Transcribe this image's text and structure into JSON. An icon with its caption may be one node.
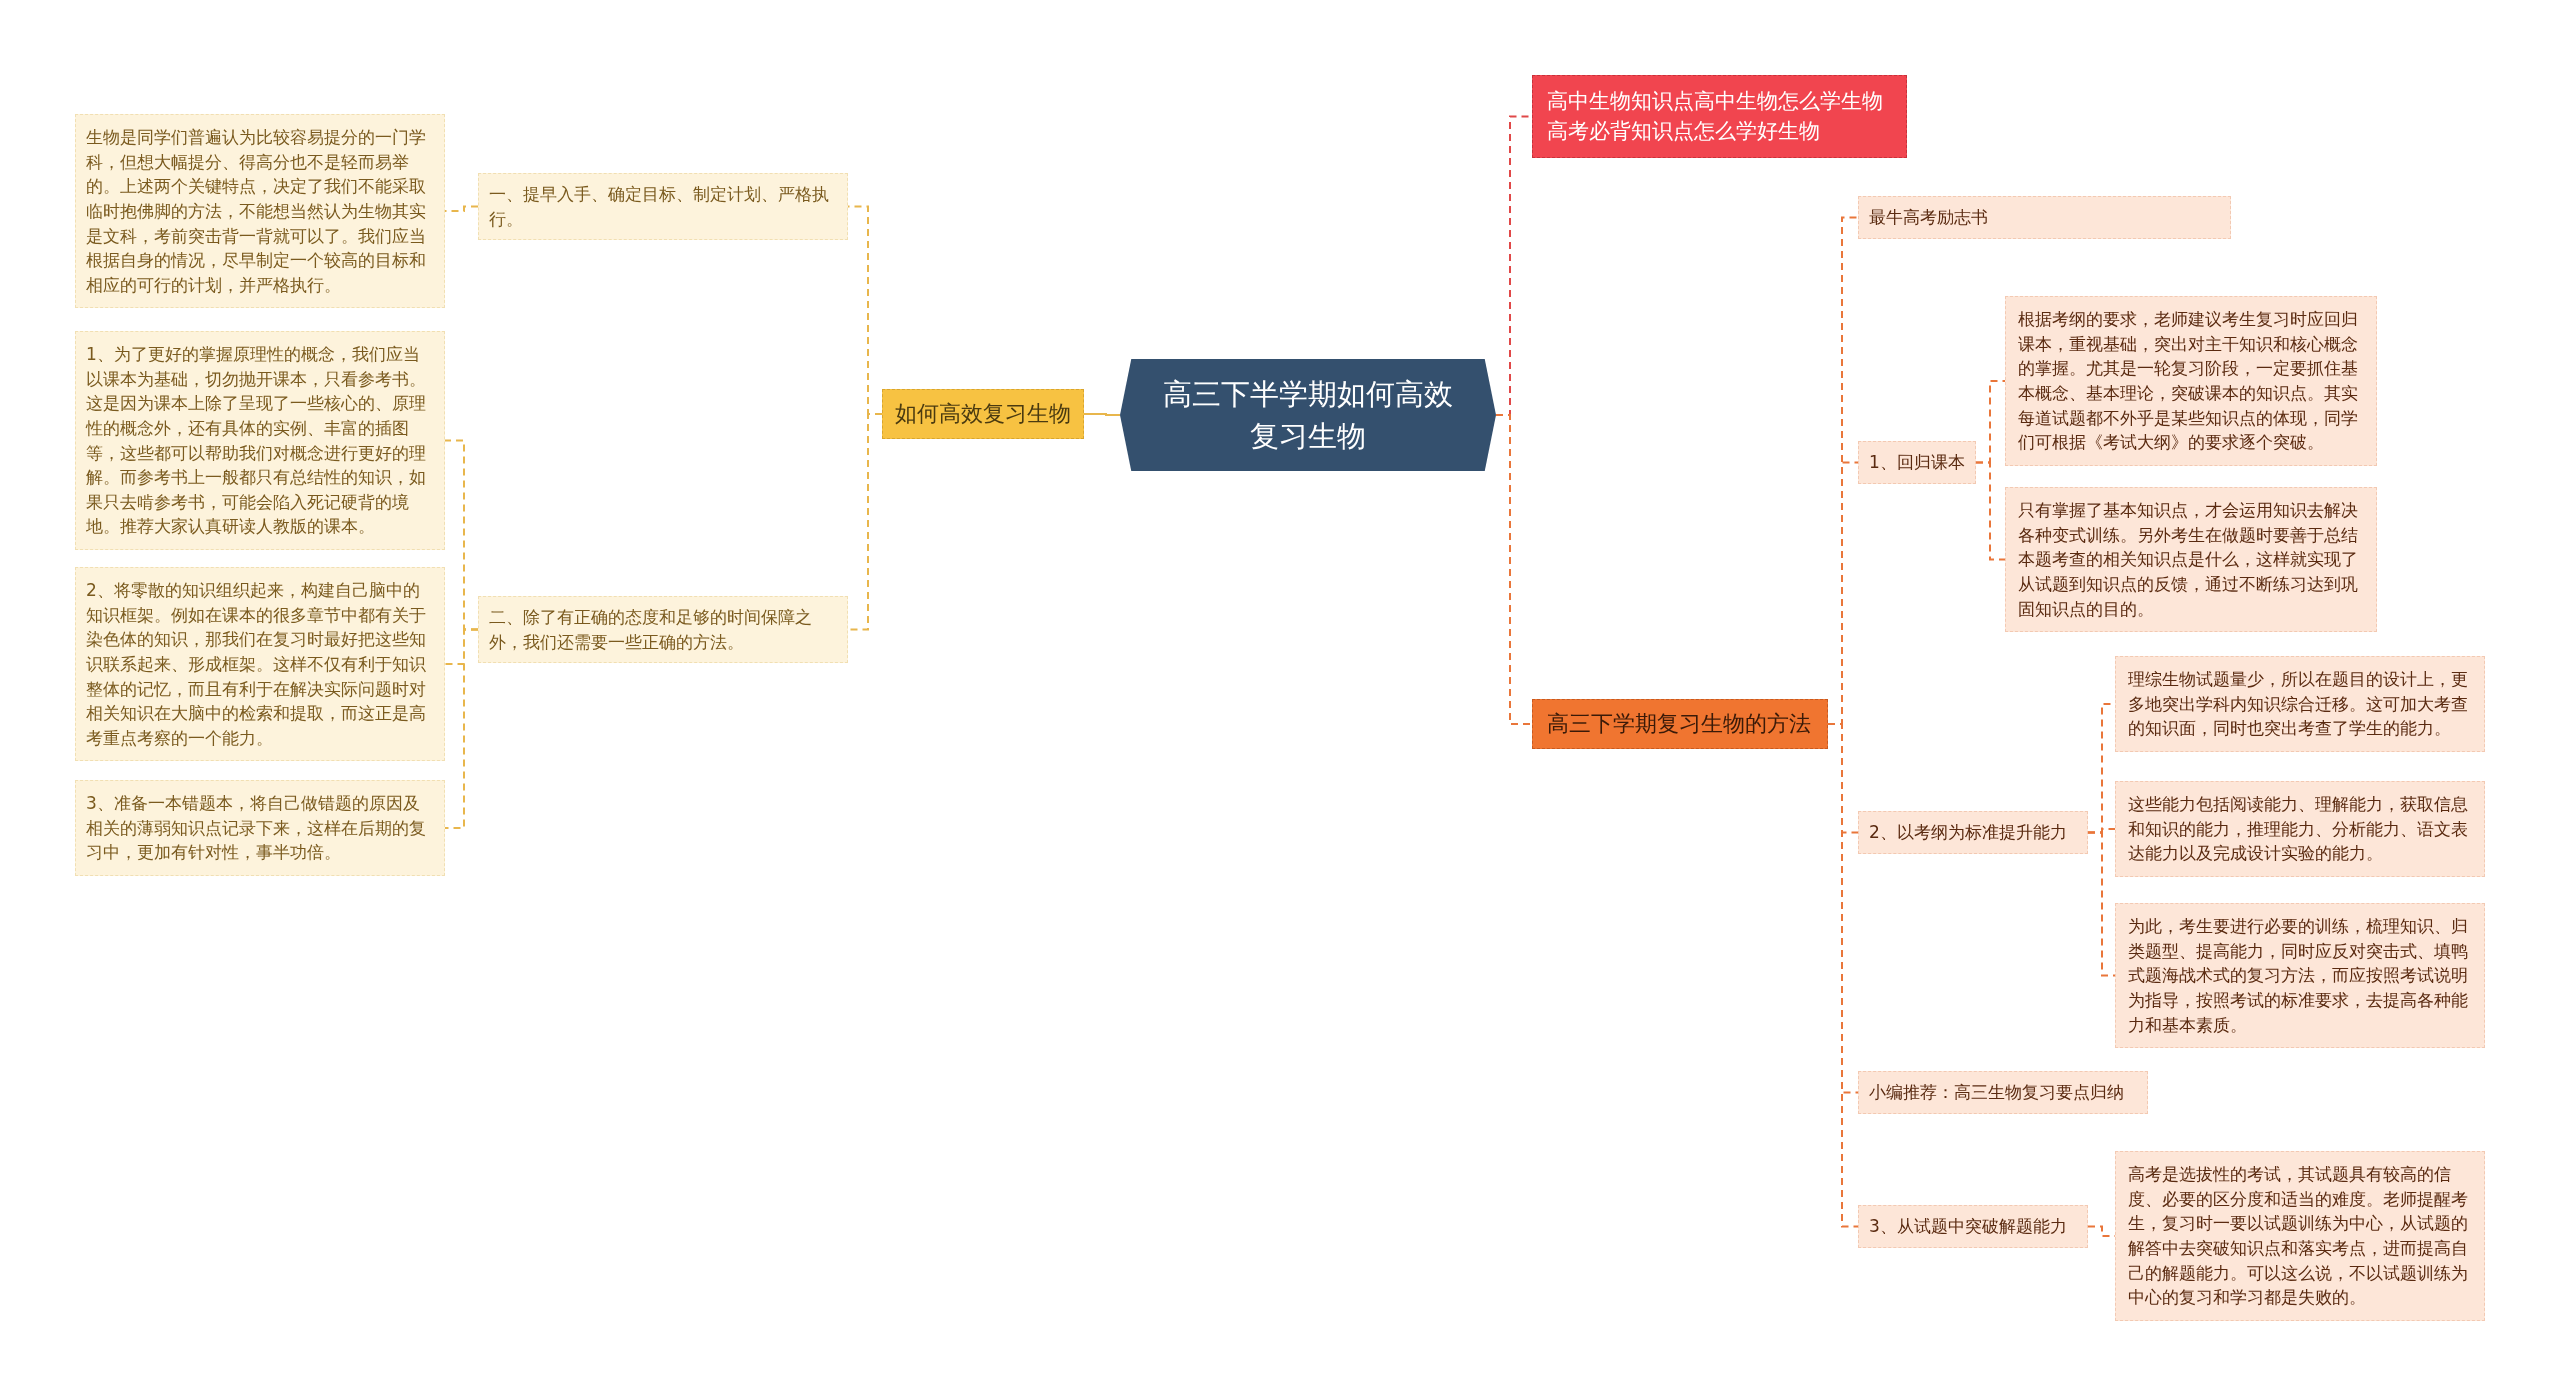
{
  "diagram": {
    "nodes": [
      {
        "text": [
          "高三下半学期如何高效复习生物"
        ]
      },
      {
        "text": [
          "如何高效复习生物"
        ]
      },
      {
        "text": [
          "一、提早入手、确定目标、制定计划、严格执行。"
        ]
      },
      {
        "text": [
          "生物是同学们普遍认为比较容易提分的一门学科，但想大幅提分、得高分也不是轻而易举的。上述两个关键特点，决定了我们不能采取临时抱佛脚的方法，不能想当然认为生物其实是文科，考前突击背一背就可以了。我们应当根据自身的情况，尽早制定一个较高的目标和相应的可行的计划，并严格执行。"
        ]
      },
      {
        "text": [
          "二、除了有正确的态度和足够的时间保障之外，我们还需要一些正确的方法。"
        ]
      },
      {
        "text": [
          "1、为了更好的掌握原理性的概念，我们应当以课本为基础，切勿抛开课本，只看参考书。这是因为课本上除了呈现了一些核心的、原理性的概念外，还有具体的实例、丰富的插图等，这些都可以帮助我们对概念进行更好的理解。而参考书上一般都只有总结性的知识，如果只去啃参考书，可能会陷入死记硬背的境地。推荐大家认真研读人教版的课本。"
        ]
      },
      {
        "text": [
          "2、将零散的知识组织起来，构建自己脑中的知识框架。例如在课本的很多章节中都有关于染色体的知识，那我们在复习时最好把这些知识联系起来、形成框架。这样不仅有利于知识整体的记忆，而且有利于在解决实际问题时对相关知识在大脑中的检索和提取，而这正是高考重点考察的一个能力。"
        ]
      },
      {
        "text": [
          "3、准备一本错题本，将自己做错题的原因及相关的薄弱知识点记录下来，这样在后期的复习中，更加有针对性，事半功倍。"
        ]
      },
      {
        "text": [
          "高中生物知识点高中生物怎么学生物高考必背知识点怎么学好生物"
        ]
      },
      {
        "text": [
          "高三下学期复习生物的方法"
        ]
      },
      {
        "text": [
          "最牛高考励志书"
        ]
      },
      {
        "text": [
          "1、回归课本"
        ]
      },
      {
        "text": [
          "根据考纲的要求，老师建议考生复习时应回归课本，重视基础，突出对主干知识和核心概念的掌握。尤其是一轮复习阶段，一定要抓住基本概念、基本理论，突破课本的知识点。其实每道试题都不外乎是某些知识点的体现，同学们可根据《考试大纲》的要求逐个突破。"
        ]
      },
      {
        "text": [
          "只有掌握了基本知识点，才会运用知识去解决各种变式训练。另外考生在做题时要善于总结本题考查的相关知识点是什么，这样就实现了从试题到知识点的反馈，通过不断练习达到巩固知识点的目的。"
        ]
      },
      {
        "text": [
          "2、以考纲为标准提升能力"
        ]
      },
      {
        "text": [
          "理综生物试题量少，所以在题目的设计上，更多地突出学科内知识综合迁移。这可加大考查的知识面，同时也突出考查了学生的能力。"
        ]
      },
      {
        "text": [
          "这些能力包括阅读能力、理解能力，获取信息和知识的能力，推理能力、分析能力、语文表达能力以及完成设计实验的能力。"
        ]
      },
      {
        "text": [
          "为此，考生要进行必要的训练，梳理知识、归类题型、提高能力，同时应反对突击式、填鸭式题海战术式的复习方法，而应按照考试说明为指导，按照考试的标准要求，去提高各种能力和基本素质。"
        ]
      },
      {
        "text": [
          "小编推荐：高三生物复习要点归纳"
        ]
      },
      {
        "text": [
          "3、从试题中突破解题能力"
        ]
      },
      {
        "text": [
          "高考是选拔性的考试，其试题具有较高的信度、必要的区分度和适当的难度。老师提醒考生，复习时一要以试题训练为中心，从试题的解答中去突破知识点和落实考点，进而提高自己的解题能力。可以这么说，不以试题训练为中心的复习和学习都是失败的。"
        ]
      }
    ],
    "edges": [
      {
        "from": 0,
        "to": 1,
        "arrow": "none",
        "color": "#e8b64c"
      },
      {
        "from": 1,
        "to": 2,
        "arrow": "none",
        "style": "dashed",
        "color": "#e8b64c"
      },
      {
        "from": 2,
        "to": 3,
        "arrow": "none",
        "style": "dashed",
        "color": "#e8b64c"
      },
      {
        "from": 1,
        "to": 4,
        "arrow": "none",
        "style": "dashed",
        "color": "#e8b64c"
      },
      {
        "from": 4,
        "to": 5,
        "arrow": "none",
        "style": "dashed",
        "color": "#e8b64c"
      },
      {
        "from": 4,
        "to": 6,
        "arrow": "none",
        "style": "dashed",
        "color": "#e8b64c"
      },
      {
        "from": 4,
        "to": 7,
        "arrow": "none",
        "style": "dashed",
        "color": "#e8b64c"
      },
      {
        "from": 0,
        "to": 8,
        "arrow": "none",
        "style": "dashed",
        "color": "#e04848"
      },
      {
        "from": 0,
        "to": 9,
        "arrow": "none",
        "style": "dashed"
      },
      {
        "from": 9,
        "to": 10,
        "arrow": "none",
        "style": "dashed"
      },
      {
        "from": 9,
        "to": 11,
        "arrow": "none",
        "style": "dashed"
      },
      {
        "from": 11,
        "to": 12,
        "arrow": "none",
        "style": "dashed"
      },
      {
        "from": 11,
        "to": 13,
        "arrow": "none",
        "style": "dashed"
      },
      {
        "from": 9,
        "to": 14,
        "arrow": "none",
        "style": "dashed"
      },
      {
        "from": 14,
        "to": 15,
        "arrow": "none",
        "style": "dashed"
      },
      {
        "from": 14,
        "to": 16,
        "arrow": "none",
        "style": "dashed"
      },
      {
        "from": 14,
        "to": 17,
        "arrow": "none",
        "style": "dashed"
      },
      {
        "from": 9,
        "to": 18,
        "arrow": "none",
        "style": "dashed"
      },
      {
        "from": 9,
        "to": 19,
        "arrow": "none",
        "style": "dashed"
      },
      {
        "from": 19,
        "to": 20,
        "arrow": "none",
        "style": "dashed"
      }
    ]
  }
}
